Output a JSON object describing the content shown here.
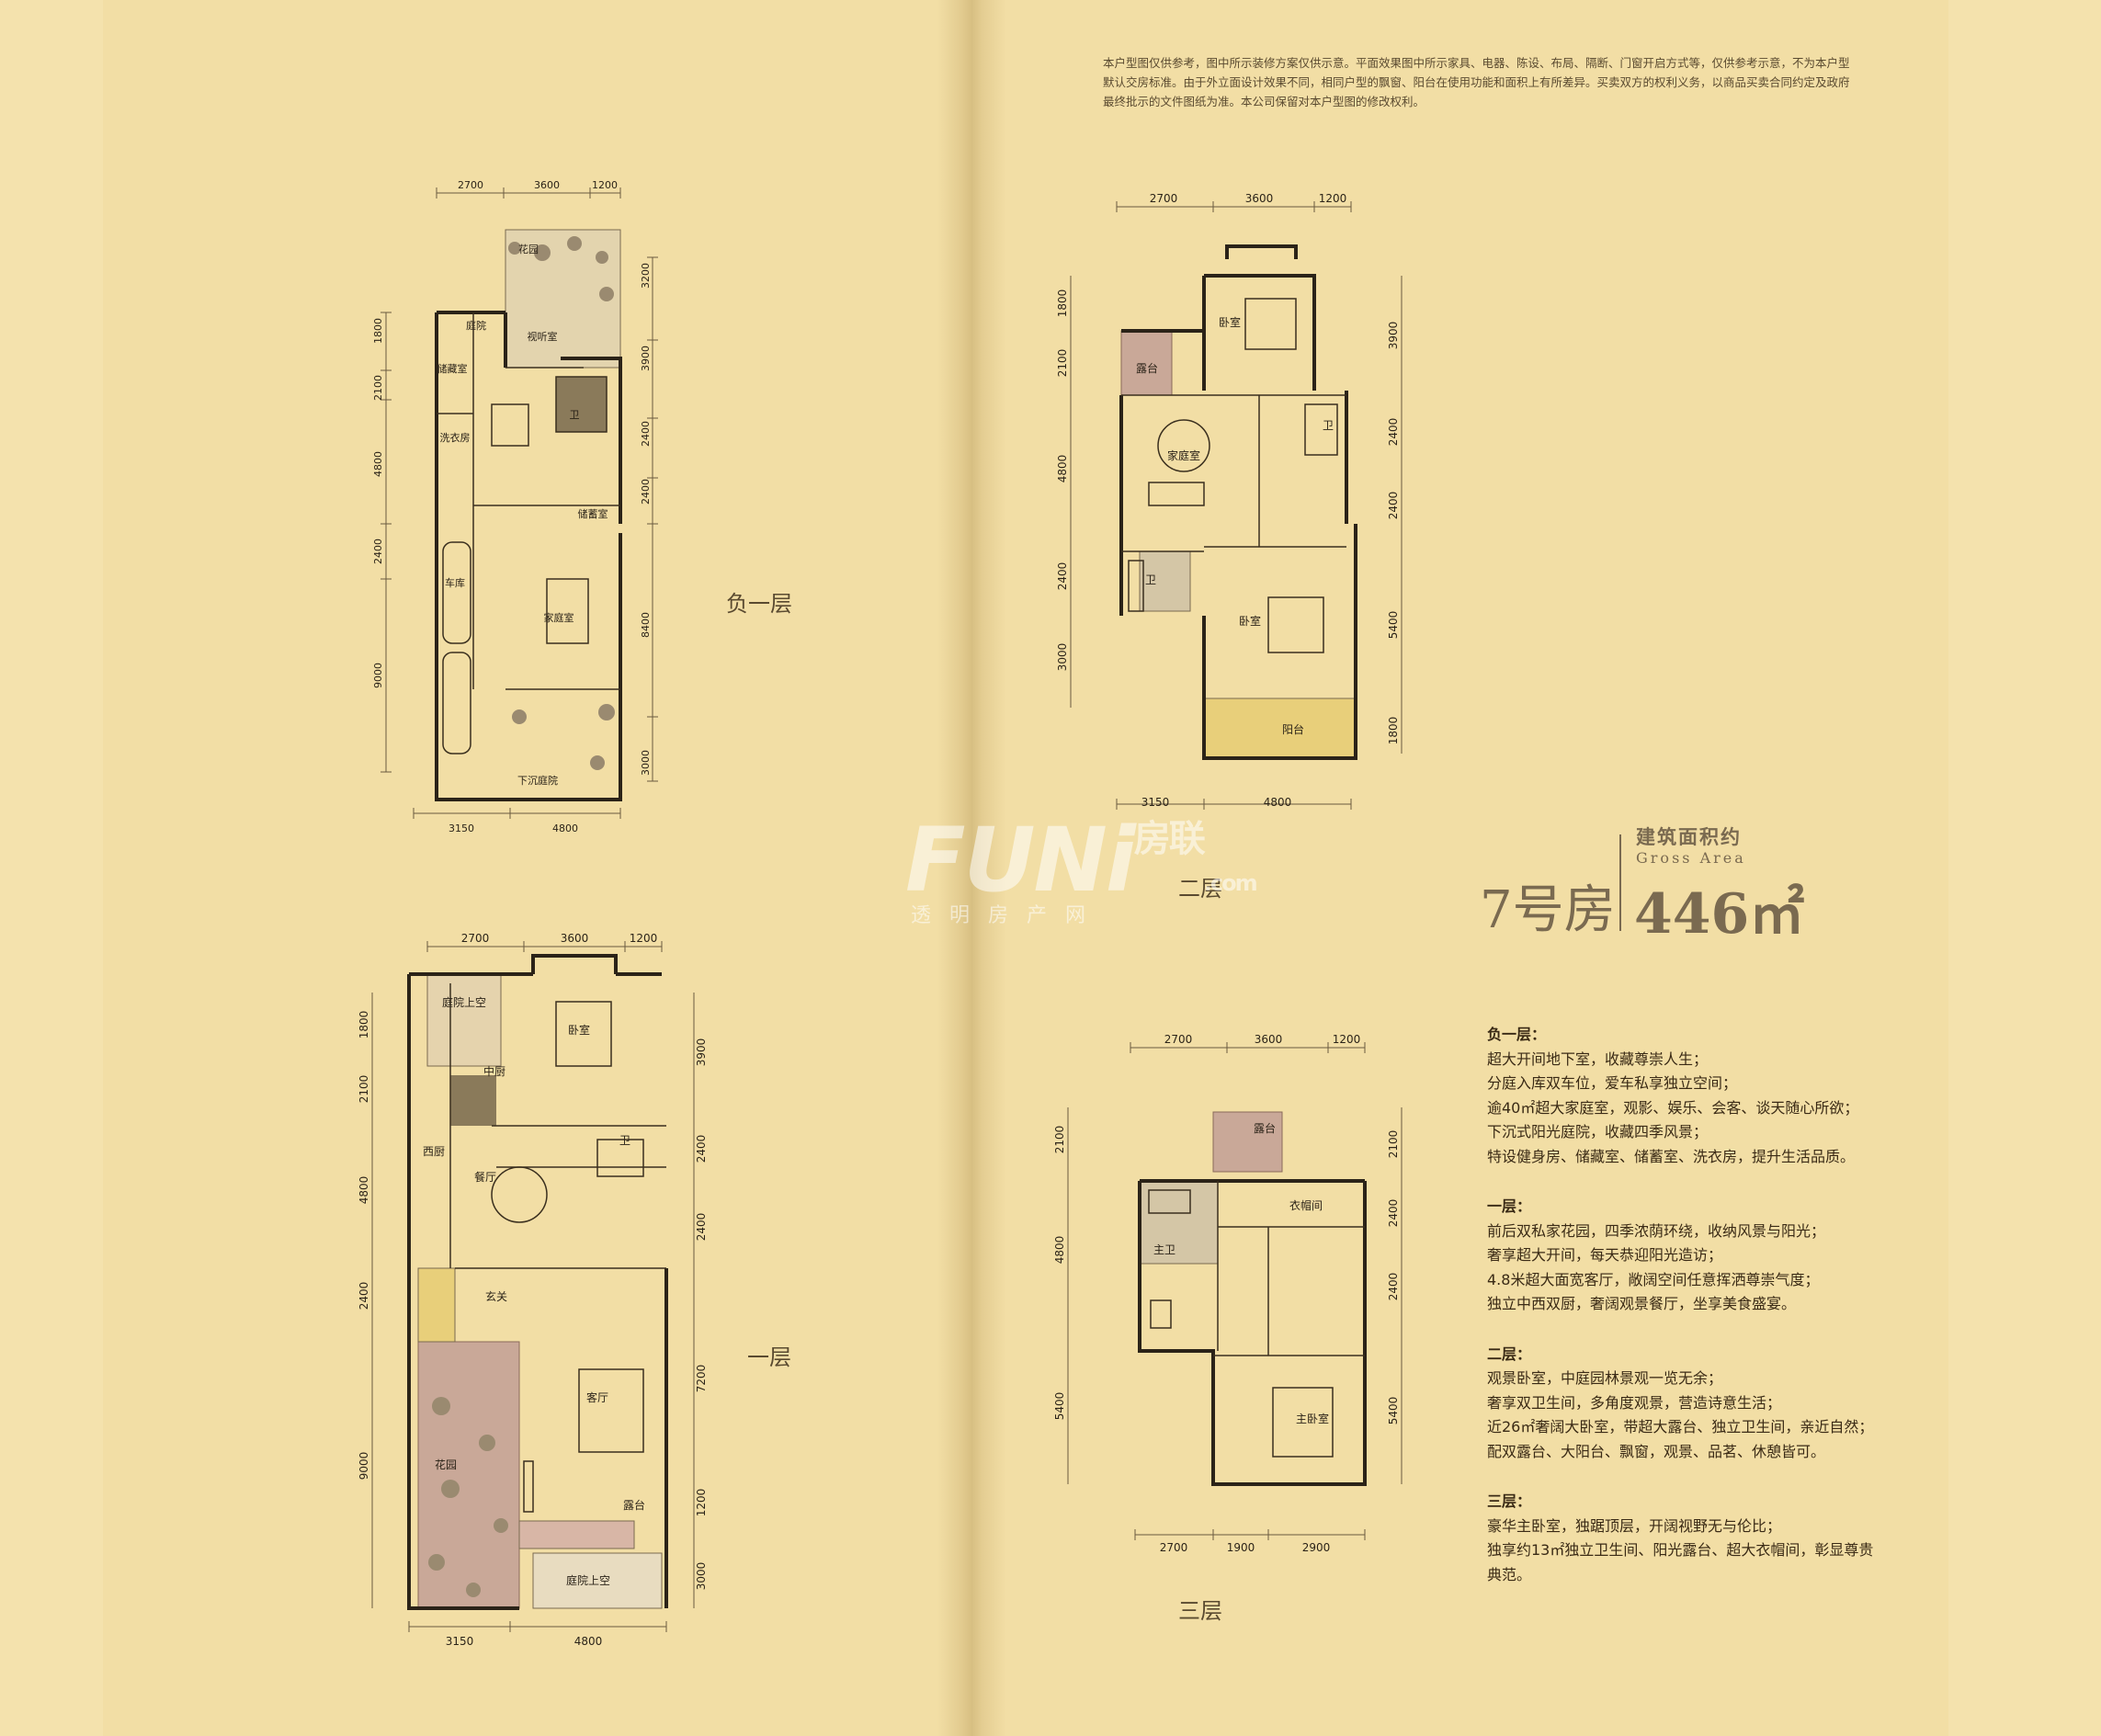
{
  "disclaimer": "本户型图仅供参考，图中所示装修方案仅供示意。平面效果图中所示家具、电器、陈设、布局、隔断、门窗开启方式等，仅供参考示意，不为本户型默认交房标准。由于外立面设计效果不同，相同户型的飘窗、阳台在使用功能和面积上有所差异。买卖双方的权利义务，以商品买卖合同约定及政府最终批示的文件图纸为准。本公司保留对本户型图的修改权利。",
  "house": {
    "name": "7号房",
    "area_label_cn": "建筑面积约",
    "area_label_en": "Gross Area",
    "area_value": "446㎡"
  },
  "watermark": {
    "main": "FUNi",
    "chars": "房联",
    "domain": ".com",
    "sub": "透明房产网"
  },
  "floors": {
    "b1": {
      "label": "负一层",
      "top_dims": [
        "2700",
        "3600",
        "1200"
      ],
      "bottom_dims": [
        "3150",
        "4800"
      ],
      "left_dims": [
        "1800",
        "2100",
        "4800",
        "2400",
        "9000"
      ],
      "right_dims": [
        "3200",
        "3900",
        "2400",
        "2400",
        "8400",
        "3000"
      ],
      "rooms": [
        "花园",
        "庭院",
        "视听室",
        "储藏室",
        "卫",
        "洗衣房",
        "储蓄室",
        "车库",
        "家庭室",
        "下沉庭院"
      ]
    },
    "f1": {
      "label": "一层",
      "top_dims": [
        "2700",
        "3600",
        "1200"
      ],
      "bottom_dims": [
        "3150",
        "4800"
      ],
      "left_dims": [
        "1800",
        "2100",
        "4800",
        "2400",
        "9000"
      ],
      "right_dims": [
        "3900",
        "2400",
        "2400",
        "7200",
        "1200",
        "3000"
      ],
      "rooms": [
        "庭院上空",
        "卧室",
        "中厨",
        "卫",
        "西厨",
        "餐厅",
        "玄关",
        "客厅",
        "花园",
        "露台",
        "庭院上空"
      ]
    },
    "f2": {
      "label": "二层",
      "top_dims": [
        "2700",
        "3600",
        "1200"
      ],
      "bottom_dims": [
        "3150",
        "4800"
      ],
      "left_dims": [
        "1800",
        "2100",
        "4800",
        "2400",
        "3000"
      ],
      "right_dims": [
        "3900",
        "2400",
        "2400",
        "5400",
        "1800"
      ],
      "rooms": [
        "卧室",
        "露台",
        "卫",
        "家庭室",
        "卫",
        "卧室",
        "阳台"
      ]
    },
    "f3": {
      "label": "三层",
      "top_dims": [
        "2700",
        "3600",
        "1200"
      ],
      "bottom_dims": [
        "2700",
        "1900",
        "2900"
      ],
      "left_dims": [
        "2100",
        "4800",
        "5400"
      ],
      "right_dims": [
        "2100",
        "2400",
        "2400",
        "5400"
      ],
      "rooms": [
        "露台",
        "衣帽间",
        "主卫",
        "主卧室"
      ]
    }
  },
  "descriptions": [
    {
      "title": "负一层：",
      "lines": [
        "超大开间地下室，收藏尊崇人生；",
        "分庭入库双车位，爱车私享独立空间；",
        "逾40㎡超大家庭室，观影、娱乐、会客、谈天随心所欲；",
        "下沉式阳光庭院，收藏四季风景；",
        "特设健身房、储藏室、储蓄室、洗衣房，提升生活品质。"
      ]
    },
    {
      "title": "一层：",
      "lines": [
        "前后双私家花园，四季浓荫环绕，收纳风景与阳光；",
        "奢享超大开间，每天恭迎阳光造访；",
        "4.8米超大面宽客厅，敞阔空间任意挥洒尊崇气度；",
        "独立中西双厨，奢阔观景餐厅，坐享美食盛宴。"
      ]
    },
    {
      "title": "二层：",
      "lines": [
        "观景卧室，中庭园林景观一览无余；",
        "奢享双卫生间，多角度观景，营造诗意生活；",
        "近26㎡奢阔大卧室，带超大露台、独立卫生间，亲近自然；",
        "配双露台、大阳台、飘窗，观景、品茗、休憩皆可。"
      ]
    },
    {
      "title": "三层：",
      "lines": [
        "豪华主卧室，独踞顶层，开阔视野无与伦比；",
        "独享约13㎡独立卫生间、阳光露台、超大衣帽间，彰显尊贵典范。"
      ]
    }
  ],
  "colors": {
    "background": "#f2dea5",
    "wall": "#2b2318",
    "garden": "#c9a898",
    "balcony": "#e8cf7a",
    "floor_tile": "#d4c6a6"
  }
}
